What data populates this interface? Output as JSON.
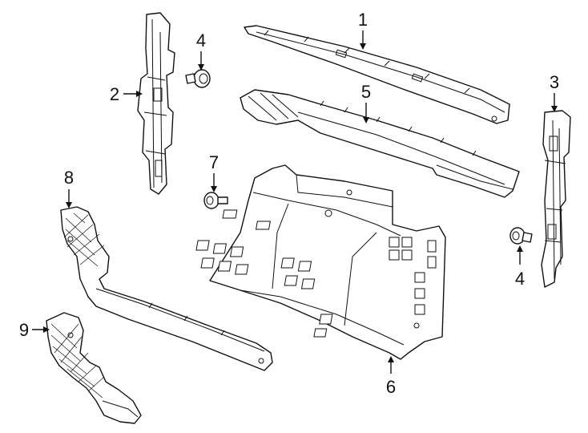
{
  "callouts": [
    {
      "id": "c1",
      "label": "1"
    },
    {
      "id": "c2",
      "label": "2"
    },
    {
      "id": "c3",
      "label": "3"
    },
    {
      "id": "c4a",
      "label": "4"
    },
    {
      "id": "c4b",
      "label": "4"
    },
    {
      "id": "c5",
      "label": "5"
    },
    {
      "id": "c6",
      "label": "6"
    },
    {
      "id": "c7",
      "label": "7"
    },
    {
      "id": "c8",
      "label": "8"
    },
    {
      "id": "c9",
      "label": "9"
    }
  ]
}
